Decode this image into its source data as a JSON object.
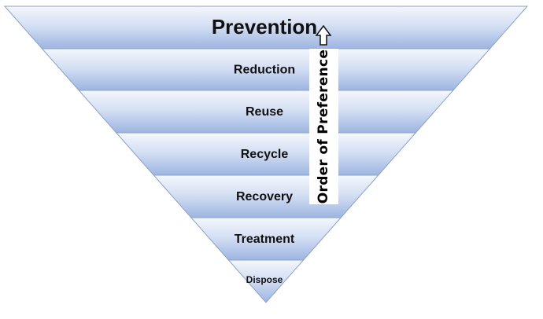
{
  "diagram": {
    "levels": [
      {
        "label": "Prevention"
      },
      {
        "label": "Reduction"
      },
      {
        "label": "Reuse"
      },
      {
        "label": "Recycle"
      },
      {
        "label": "Recovery"
      },
      {
        "label": "Treatment"
      },
      {
        "label": "Dispose"
      }
    ],
    "side_label": "Order of Preference",
    "colors": {
      "band_light": "#eef3fb",
      "band_dark": "#9fb7e3",
      "band_stroke": "#8aa2cc",
      "text": "#111111"
    }
  }
}
